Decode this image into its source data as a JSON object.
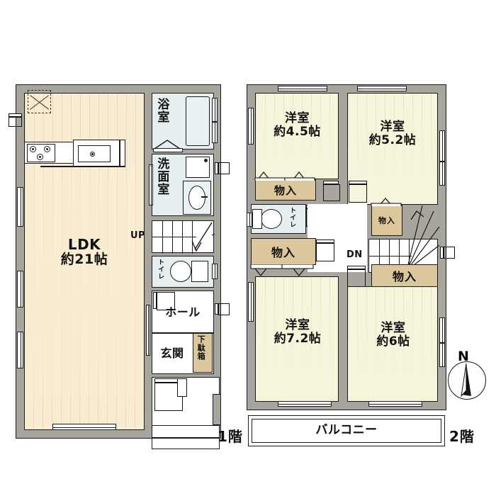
{
  "document": {
    "type": "real-estate-floor-plan",
    "language": "ja"
  },
  "floors": [
    {
      "id": "floor1",
      "label": "1階",
      "rooms": [
        {
          "name": "LDK",
          "line1": "LDK",
          "line2": "約21帖"
        },
        {
          "name": "bathroom",
          "line1": "浴室",
          "vertical": true
        },
        {
          "name": "washroom",
          "line1": "洗面室",
          "vertical": true
        },
        {
          "name": "toilet",
          "line1": "トイレ",
          "vertical": true
        },
        {
          "name": "hall",
          "line1": "ホール"
        },
        {
          "name": "entrance",
          "line1": "玄関"
        },
        {
          "name": "shoe-cabinet",
          "line1": "下駄箱",
          "vertical": true
        }
      ],
      "stairs": {
        "direction_label": "UP"
      }
    },
    {
      "id": "floor2",
      "label": "2階",
      "rooms": [
        {
          "name": "western-room-4_5",
          "line1": "洋室",
          "line2": "約4.5帖"
        },
        {
          "name": "western-room-5_2",
          "line1": "洋室",
          "line2": "約5.2帖"
        },
        {
          "name": "western-room-7_2",
          "line1": "洋室",
          "line2": "約7.2帖"
        },
        {
          "name": "western-room-6",
          "line1": "洋室",
          "line2": "約6帖"
        },
        {
          "name": "toilet",
          "line1": "トイレ",
          "vertical": true
        },
        {
          "name": "balcony",
          "line1": "バルコニー"
        }
      ],
      "closets": [
        {
          "name": "closet-upper-left",
          "label": "物入"
        },
        {
          "name": "closet-mid-left",
          "label": "物入"
        },
        {
          "name": "closet-small-right",
          "label": "物入"
        },
        {
          "name": "closet-lower-right",
          "label": "物入"
        }
      ],
      "stairs": {
        "direction_label": "DN"
      }
    }
  ],
  "compass": {
    "north_label": "N"
  },
  "colors": {
    "ldk_floor": "#f8ecd2",
    "room_floor": "#f6f5dc",
    "closet": "#dcc79c",
    "wall": "#a8a59e",
    "wet_area": "#e6eef0",
    "outline": "#1a1a1a",
    "white": "#ffffff"
  }
}
